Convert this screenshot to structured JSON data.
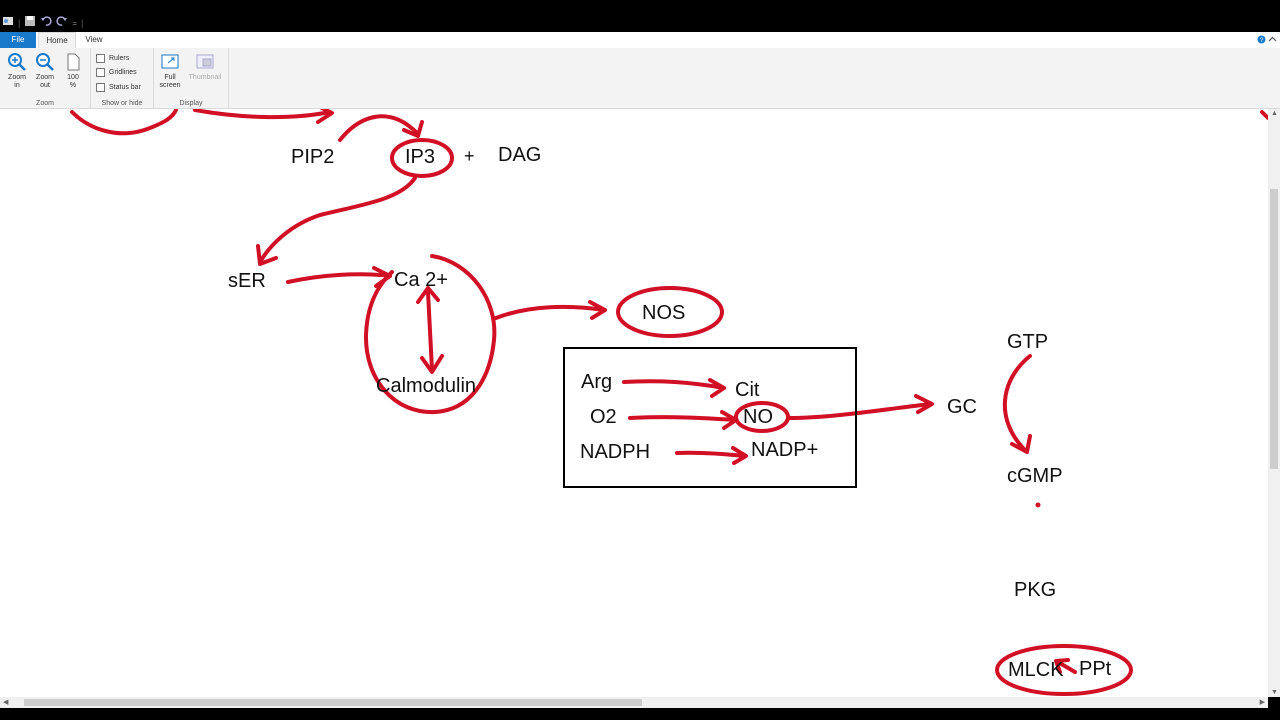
{
  "ribbon": {
    "tabs": {
      "file": "File",
      "home": "Home",
      "view": "View"
    },
    "zoom": {
      "zoom_in_line1": "Zoom",
      "zoom_in_line2": "in",
      "zoom_out_line1": "Zoom",
      "zoom_out_line2": "out",
      "hundred_line1": "100",
      "hundred_line2": "%",
      "group_label": "Zoom"
    },
    "show_hide": {
      "rulers": "Rulers",
      "gridlines": "Gridlines",
      "status_bar": "Status bar",
      "group_label": "Show or hide"
    },
    "display": {
      "full_screen_line1": "Full",
      "full_screen_line2": "screen",
      "thumbnail": "Thumbnail",
      "group_label": "Display"
    }
  },
  "diagram": {
    "labels": {
      "pip2": "PIP2",
      "ip3": "IP3",
      "plus": "+",
      "dag": "DAG",
      "ser": "sER",
      "ca": "Ca 2+",
      "calmodulin": "Calmodulin",
      "nos": "NOS",
      "arg": "Arg",
      "cit": "Cit",
      "o2": "O2",
      "no": "NO",
      "nadph": "NADPH",
      "nadp": "NADP+",
      "gc": "GC",
      "gtp": "GTP",
      "cgmp": "cGMP",
      "pkg": "PKG",
      "mlck": "MLCK",
      "ppt": "PPt"
    },
    "ink_color": "#d10f25"
  }
}
